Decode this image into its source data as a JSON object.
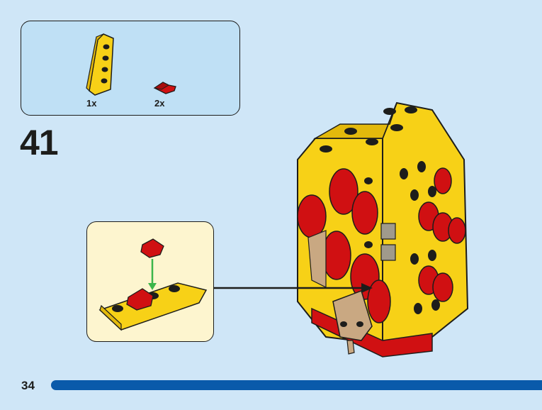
{
  "parts_list": {
    "items": [
      {
        "quantity": "1x",
        "part": "yellow-wedge-plate-icon"
      },
      {
        "quantity": "2x",
        "part": "red-tile-icon"
      }
    ]
  },
  "step": {
    "number": "41"
  },
  "page": {
    "number": "34"
  },
  "colors": {
    "background": "#cfe6f7",
    "parts_box": "#bfe0f5",
    "callout": "#fdf5cf",
    "yellow": "#f7d117",
    "red": "#d01012",
    "tan": "#c9a882",
    "gray": "#a09a8c",
    "arrow_green": "#3cb54a",
    "progress": "#0a5aaa"
  }
}
